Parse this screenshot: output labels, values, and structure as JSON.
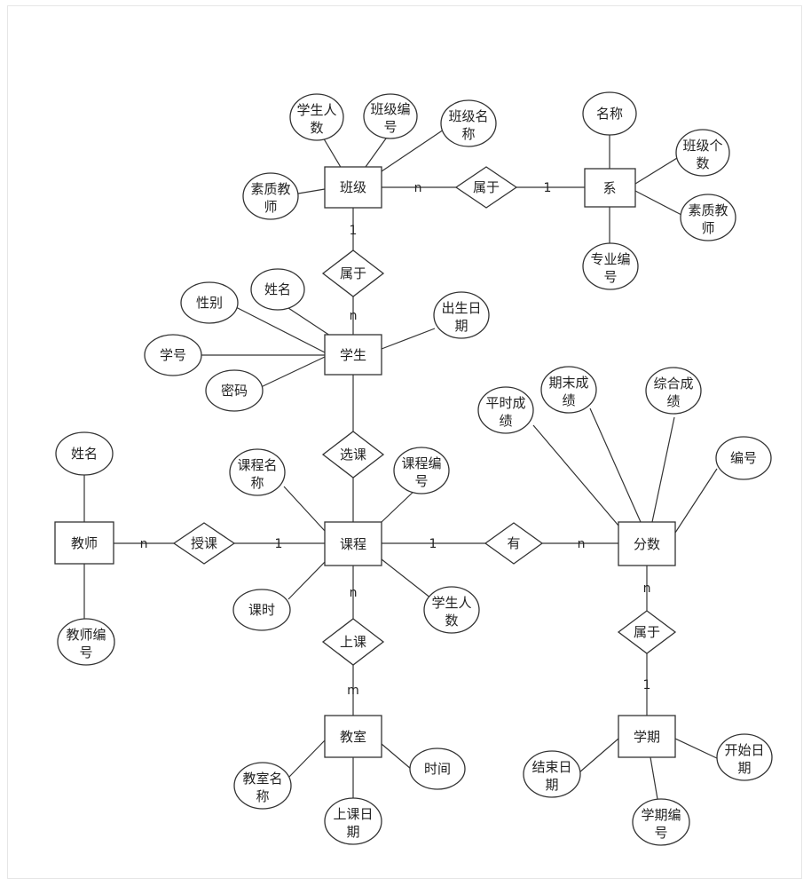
{
  "diagram": {
    "entities": {
      "class": "班级",
      "dept": "系",
      "student": "学生",
      "teacher": "教师",
      "course": "课程",
      "score": "分数",
      "classroom": "教室",
      "term": "学期"
    },
    "relationships": {
      "class_dept": "属于",
      "stu_class": "属于",
      "select": "选课",
      "teach": "授课",
      "has": "有",
      "attend": "上课",
      "score_term": "属于"
    },
    "attributes": {
      "class_stucount": [
        "学生人",
        "数"
      ],
      "class_no": [
        "班级编",
        "号"
      ],
      "class_name": [
        "班级名",
        "称"
      ],
      "class_teacher": [
        "素质教",
        "师"
      ],
      "dept_name": [
        "名称"
      ],
      "dept_classcount": [
        "班级个",
        "数"
      ],
      "dept_teacher": [
        "素质教",
        "师"
      ],
      "dept_major": [
        "专业编",
        "号"
      ],
      "stu_gender": [
        "性别"
      ],
      "stu_name": [
        "姓名"
      ],
      "stu_birth": [
        "出生日",
        "期"
      ],
      "stu_id": [
        "学号"
      ],
      "stu_pwd": [
        "密码"
      ],
      "teacher_name": [
        "姓名"
      ],
      "teacher_no": [
        "教师编",
        "号"
      ],
      "course_name": [
        "课程名",
        "称"
      ],
      "course_no": [
        "课程编",
        "号"
      ],
      "course_hours": [
        "课时"
      ],
      "course_stucount": [
        "学生人",
        "数"
      ],
      "score_usual": [
        "平时成",
        "绩"
      ],
      "score_final": [
        "期末成",
        "绩"
      ],
      "score_total": [
        "综合成",
        "绩"
      ],
      "score_no": [
        "编号"
      ],
      "room_name": [
        "教室名",
        "称"
      ],
      "room_date": [
        "上课日",
        "期"
      ],
      "room_time": [
        "时间"
      ],
      "term_end": [
        "结束日",
        "期"
      ],
      "term_no": [
        "学期编",
        "号"
      ],
      "term_start": [
        "开始日",
        "期"
      ]
    },
    "cardinalities": {
      "class_n": "n",
      "dept_1": "1",
      "class_1": "1",
      "stu_n": "n",
      "teacher_n": "n",
      "course_teach_1": "1",
      "course_has_1": "1",
      "score_has_n": "n",
      "course_attend_n": "n",
      "room_m": "m",
      "score_n": "n",
      "term_1": "1"
    }
  }
}
